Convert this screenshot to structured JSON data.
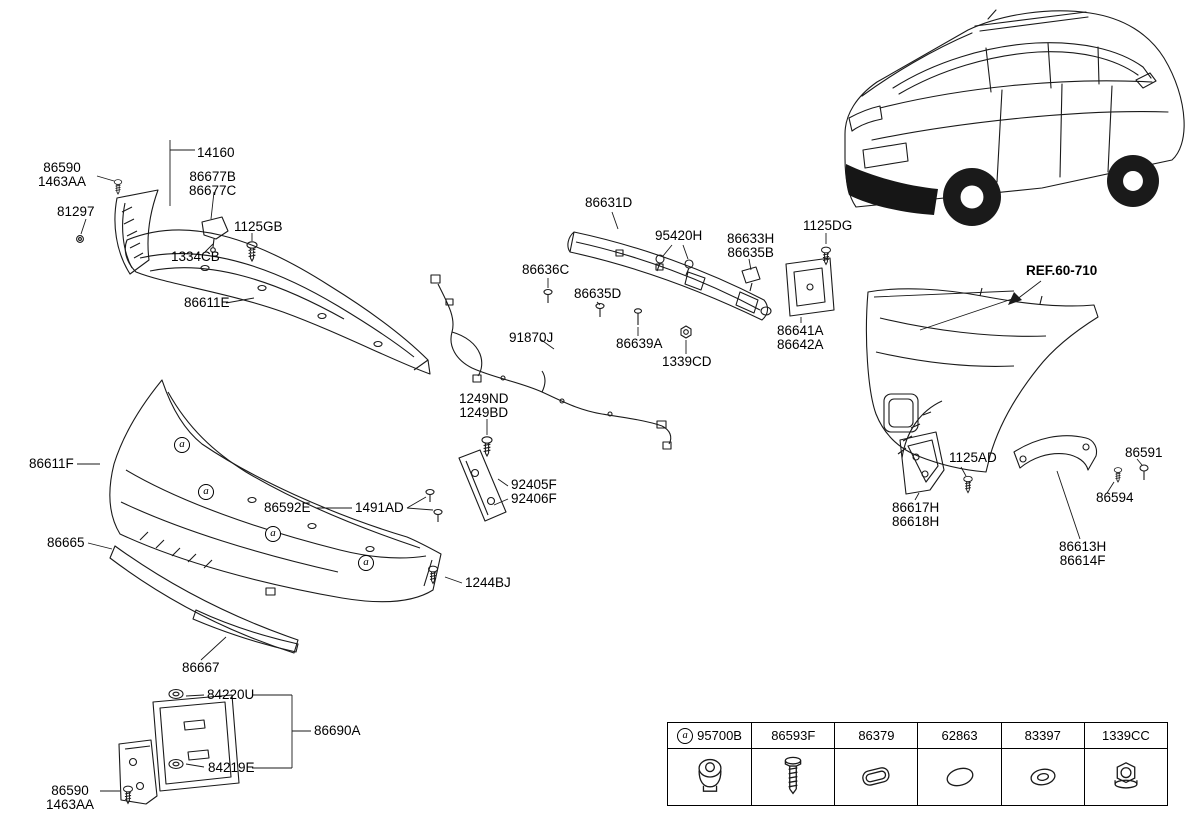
{
  "diagram": {
    "callout_letter": "a",
    "background": "#ffffff",
    "line_color": "#1a1a1a"
  },
  "labels": {
    "p86590_top": "86590\n1463AA",
    "p14160": "14160",
    "p86677": "86677B\n86677C",
    "p81297": "81297",
    "p1125GB": "1125GB",
    "p1334CB": "1334CB",
    "p86611E": "86611E",
    "p86631D": "86631D",
    "p95420H": "95420H",
    "p86633H": "86633H\n86635B",
    "p1125DG": "1125DG",
    "p86636C": "86636C",
    "p86635D": "86635D",
    "p91870J": "91870J",
    "p86639A": "86639A",
    "p1339CD": "1339CD",
    "p86641A": "86641A\n86642A",
    "ref": "REF.60-710",
    "p1249": "1249ND\n1249BD",
    "p86611F": "86611F",
    "p86592E": "86592E",
    "p1491AD": "1491AD",
    "p92405F": "92405F\n92406F",
    "p86665": "86665",
    "p1244BJ": "1244BJ",
    "p86667": "86667",
    "p84220U": "84220U",
    "p86690A": "86690A",
    "p84219E": "84219E",
    "p86590_bottom": "86590\n1463AA",
    "p1125AD": "1125AD",
    "p86617H": "86617H\n86618H",
    "p86591": "86591",
    "p86594": "86594",
    "p86613H": "86613H\n86614F"
  },
  "table": {
    "columns": [
      {
        "part": "95700B",
        "icon": "parking-sensor",
        "callout": true
      },
      {
        "part": "86593F",
        "icon": "screw-bolt",
        "callout": false
      },
      {
        "part": "86379",
        "icon": "bumper-pad",
        "callout": false
      },
      {
        "part": "62863",
        "icon": "oval-grommet",
        "callout": false
      },
      {
        "part": "83397",
        "icon": "oval-retainer",
        "callout": false
      },
      {
        "part": "1339CC",
        "icon": "flange-nut",
        "callout": false
      }
    ]
  }
}
